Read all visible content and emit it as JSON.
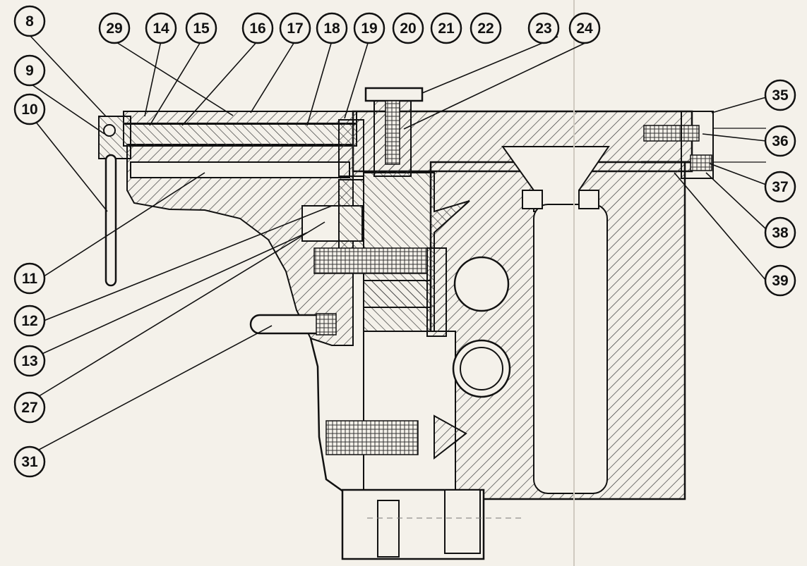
{
  "colors": {
    "paper": "#f4f1ea",
    "ink": "#111111",
    "hatch": "#3a3a3a"
  },
  "callouts": {
    "c8": "8",
    "c9": "9",
    "c10": "10",
    "c11": "11",
    "c12": "12",
    "c13": "13",
    "c14": "14",
    "c15": "15",
    "c16": "16",
    "c17": "17",
    "c18": "18",
    "c19": "19",
    "c20": "20",
    "c21": "21",
    "c22": "22",
    "c23": "23",
    "c24": "24",
    "c27": "27",
    "c29": "29",
    "c31": "31",
    "c35": "35",
    "c36": "36",
    "c37": "37",
    "c38": "38",
    "c39": "39"
  }
}
